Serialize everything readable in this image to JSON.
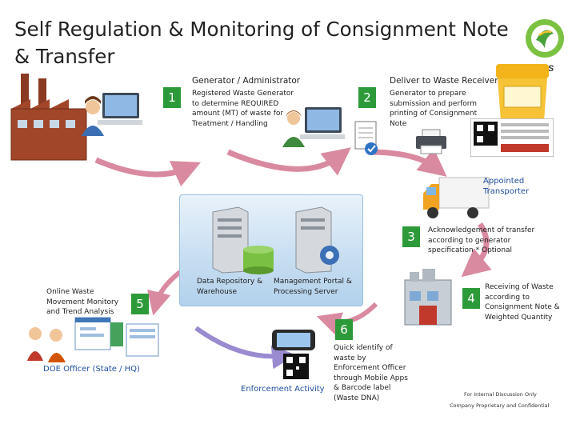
{
  "title": "Self Regulation & Monitoring of Consignment Note & Transfer",
  "logo": {
    "text": "eSWIS"
  },
  "steps": {
    "s1": {
      "num": "1",
      "heading": "Generator / Administrator",
      "text": "Registered Waste Generator to determine REQUIRED amount (MT) of waste for Treatment / Handling"
    },
    "s2": {
      "num": "2",
      "heading": "Deliver to Waste Receiver",
      "text": "Generator to prepare submission and perform printing of Consignment Note"
    },
    "s3": {
      "num": "3",
      "text": "Acknowledgement of transfer according to generator specification * Optional"
    },
    "s4": {
      "num": "4",
      "text": "Receiving of Waste according to Consignment Note & Weighted Quantity"
    },
    "s5": {
      "num": "5",
      "text": "Online Waste Movement Monitory and Trend Analysis"
    },
    "s6": {
      "num": "6",
      "text": "Quick identify of waste by Enforcement Officer through Mobile Apps & Barcode label (Waste DNA)"
    }
  },
  "transporter": "Appointed Transporter",
  "data_repository": "Data Repository & Warehouse",
  "management_portal": "Management Portal & Processing Server",
  "doe_officer": "DOE Officer (State / HQ)",
  "enforcement": "Enforcement Activity",
  "footer": {
    "line1": "For Internal Discussion Only",
    "line2": "Company Proprietary and Confidential"
  },
  "colors": {
    "step_badge": "#2d9a3a",
    "arrow_pink": "#d98aa0",
    "arrow_purple": "#9a8ad0",
    "label_blue": "#1f4fa0"
  }
}
